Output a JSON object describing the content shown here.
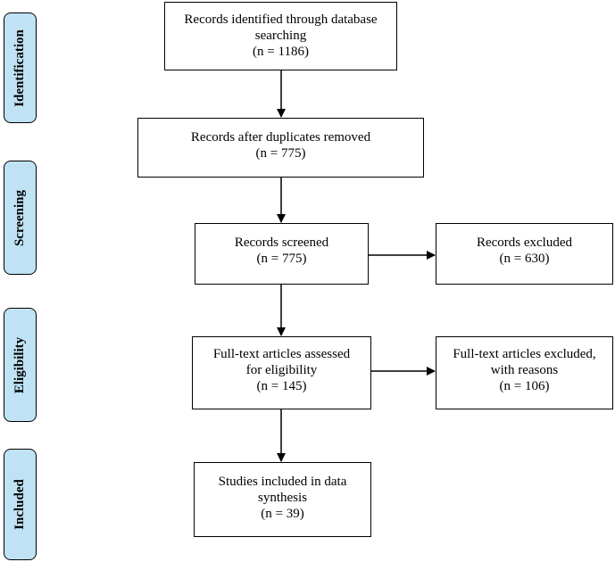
{
  "phases": {
    "identification": "Identification",
    "screening": "Screening",
    "eligibility": "Eligibility",
    "included": "Included"
  },
  "boxes": {
    "identified": {
      "line1": "Records identified through database",
      "line2": "searching",
      "line3": "(n = 1186)"
    },
    "deduplicated": {
      "line1": "Records after duplicates removed",
      "line2": "(n = 775)"
    },
    "screened": {
      "line1": "Records screened",
      "line2": "(n = 775)"
    },
    "excluded": {
      "line1": "Records excluded",
      "line2": "(n = 630)"
    },
    "fulltext_assessed": {
      "line1": "Full-text articles assessed",
      "line2": "for eligibility",
      "line3": "(n = 145)"
    },
    "fulltext_excluded": {
      "line1": "Full-text articles excluded,",
      "line2": "with reasons",
      "line3": "(n = 106)"
    },
    "included": {
      "line1": "Studies included in data",
      "line2": "synthesis",
      "line3": "(n = 39)"
    }
  }
}
